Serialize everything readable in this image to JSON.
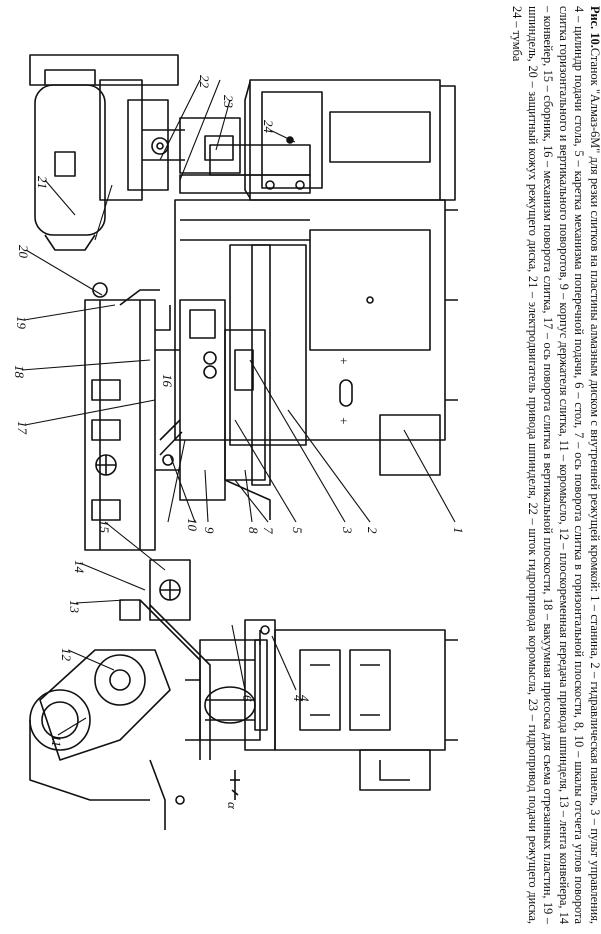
{
  "caption": {
    "prefix": "Рис. 10.",
    "text": "Станок \"Алмаз-6М\" для резки слитков на пластины алмазным диском с внутренней режущей кромкой: 1 – станина, 2 – гидравлическая панель, 3 – пульт управления, 4 – цилиндр подачи стола, 5 – каретка механизма поперечной подачи, 6 – стол, 7 – ось поворота слитка в горизонтальной плоскости, 8, 10 – шкалы отсчета углов поворота слитка горизонтального и вертикального поворотов, 9 – корпус держателя слитка, 11 – коромысло, 12 – плоскоременная передача привода шпинделя, 13 – лента конвейера, 14 – конвейер, 15 – сборник, 16 – механизм поворота слитка, 17 – ось поворота слитка в вертикальной плоскости, 18 – вакуумная присоска для съема отрезанных пластин, 19 – шпиндель, 20 – защитный кожух режущего диска, 21 – электродвигатель привода шпинделя, 22 – шток гидропривода коромысла, 23 – гидропривод подачи режущего диска, 24 – тумба"
  },
  "labels": {
    "n1": "1",
    "n2": "2",
    "n3": "3",
    "n4a": "4",
    "n4b": "4",
    "n5": "5",
    "n6": "6",
    "n7": "7",
    "n8": "8",
    "n9": "9",
    "n10": "10",
    "n11": "11",
    "n12": "12",
    "n13": "13",
    "n14": "14",
    "n15": "15",
    "n16": "16",
    "n17": "17",
    "n18": "18",
    "n19": "19",
    "n20": "20",
    "n21": "21",
    "n22": "22",
    "n23": "23",
    "n24": "24",
    "alpha": "α"
  }
}
